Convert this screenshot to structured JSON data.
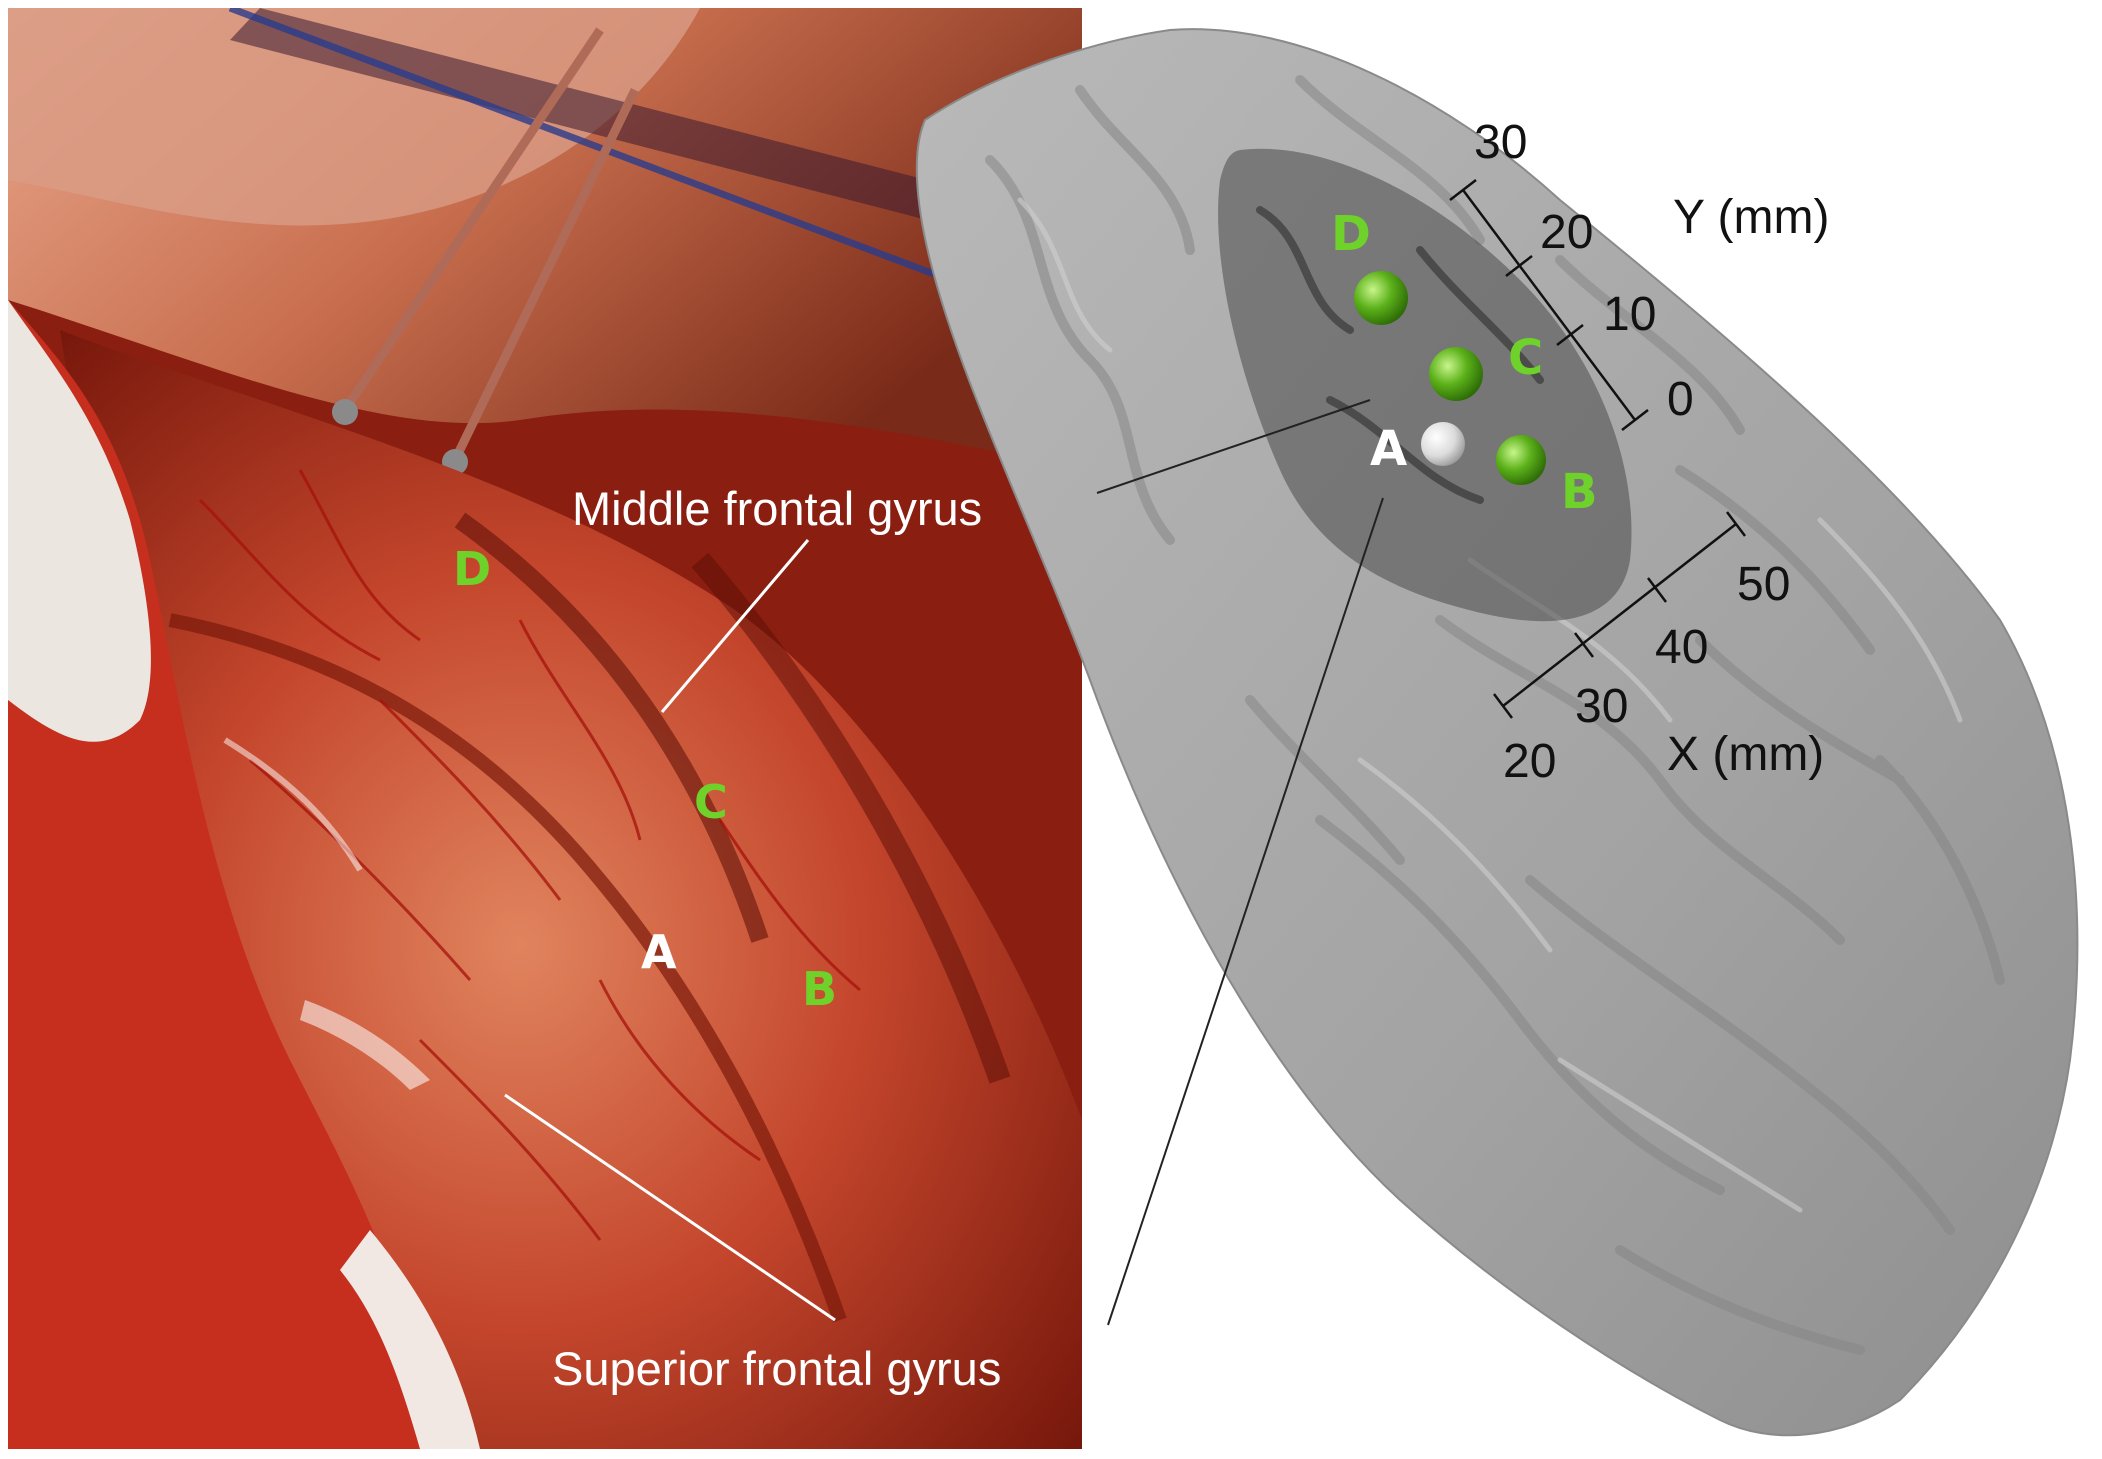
{
  "colors": {
    "marker_green": "#6fd22a",
    "marker_white": "#ffffff",
    "brain_surface": "#a9a9a9",
    "callout_line": "#222222"
  },
  "photo": {
    "label_middle": "Middle frontal gyrus",
    "label_superior": "Superior frontal gyrus",
    "markers": {
      "a": "A",
      "b": "B",
      "c": "C",
      "d": "D"
    }
  },
  "model": {
    "markers": {
      "a": "A",
      "b": "B",
      "c": "C",
      "d": "D"
    },
    "y_axis": {
      "title": "Y (mm)",
      "ticks": [
        "0",
        "10",
        "20",
        "30"
      ]
    },
    "x_axis": {
      "title": "X (mm)",
      "ticks": [
        "20",
        "30",
        "40",
        "50"
      ]
    }
  }
}
